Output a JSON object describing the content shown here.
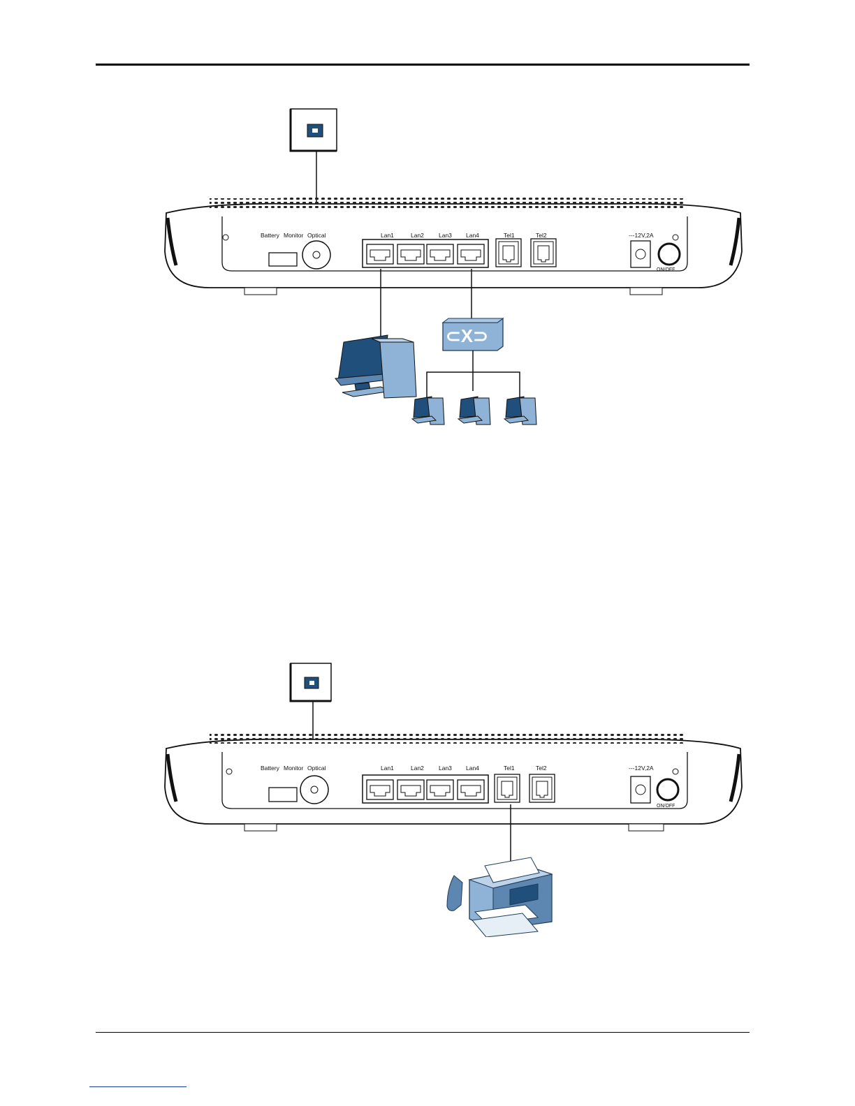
{
  "colors": {
    "device_blue": "#8eb3d6",
    "device_dark": "#1f4f7a",
    "outline": "#111111"
  },
  "router_labels": {
    "battery": "Battery",
    "monitor": "Monitor",
    "optical": "Optical",
    "lan1": "Lan1",
    "lan2": "Lan2",
    "lan3": "Lan3",
    "lan4": "Lan4",
    "tel1": "Tel1",
    "tel2": "Tel2",
    "power_rating": "---12V,2A",
    "onoff": "ON/OFF"
  },
  "diagrams": [
    {
      "id": "lan-connection",
      "devices": [
        "wall-optical-socket",
        "router",
        "pc",
        "switch",
        "pc",
        "pc",
        "pc"
      ]
    },
    {
      "id": "tel-connection",
      "devices": [
        "wall-optical-socket",
        "router",
        "fax-machine"
      ]
    }
  ],
  "icons": [
    "optical-socket-icon",
    "pc-icon",
    "switch-icon",
    "fax-icon"
  ]
}
